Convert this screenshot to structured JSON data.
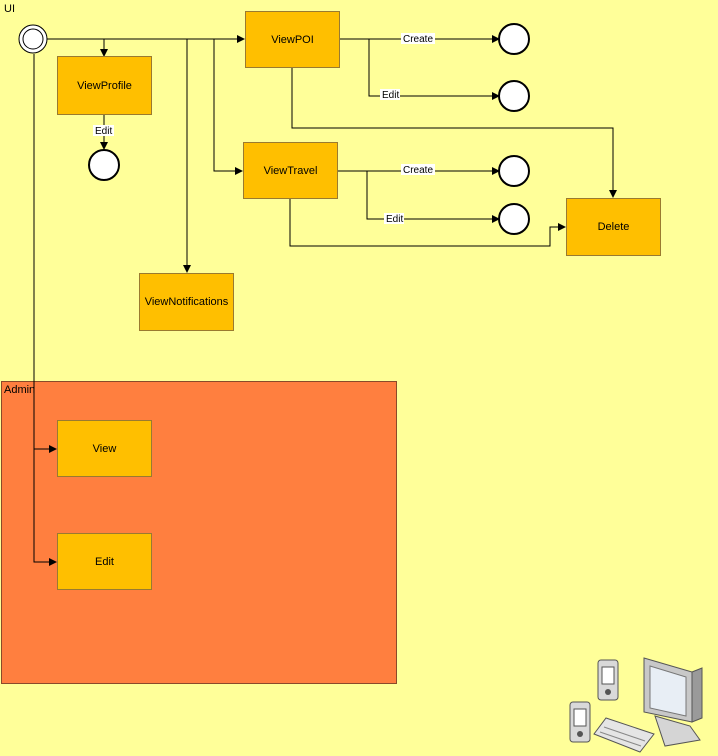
{
  "diagram": {
    "ui_label": "UI",
    "admin_label": "Admin",
    "nodes": {
      "view_poi": "ViewPOI",
      "view_profile": "ViewProfile",
      "view_travel": "ViewTravel",
      "view_notifications": "ViewNotifications",
      "delete": "Delete",
      "admin_view": "View",
      "admin_edit": "Edit"
    },
    "edge_labels": {
      "poi_create": "Create",
      "poi_edit": "Edit",
      "profile_edit": "Edit",
      "travel_create": "Create",
      "travel_edit": "Edit"
    },
    "icons": [
      "pda-icon",
      "computer-icon"
    ]
  }
}
